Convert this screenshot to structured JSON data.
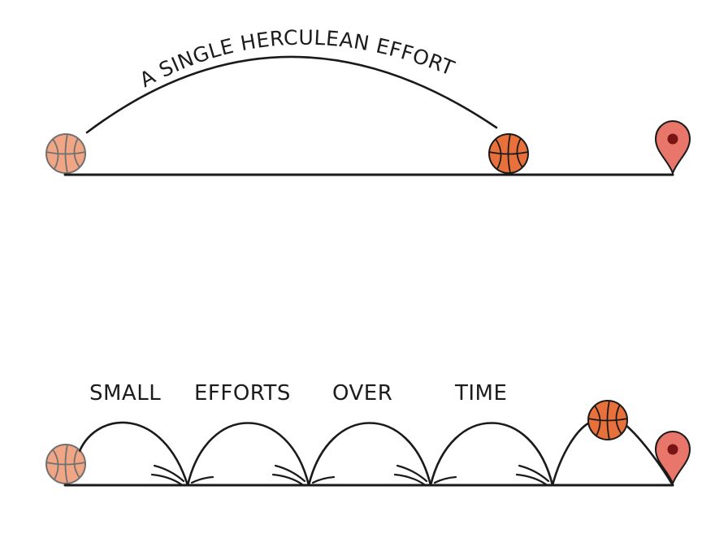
{
  "top_panel": {
    "arc_label": "A SINGLE HERCULEAN EFFORT"
  },
  "bottom_panel": {
    "words": [
      "SMALL",
      "EFFORTS",
      "OVER",
      "TIME"
    ]
  },
  "icons": {
    "ball": "basketball-icon",
    "goal": "map-pin-icon"
  },
  "colors": {
    "ball_faded": "#e9ab90",
    "ball_solid": "#e8703a",
    "pin": "#e9766a",
    "pin_dot": "#7a1414",
    "ink": "#1a1a1a"
  }
}
